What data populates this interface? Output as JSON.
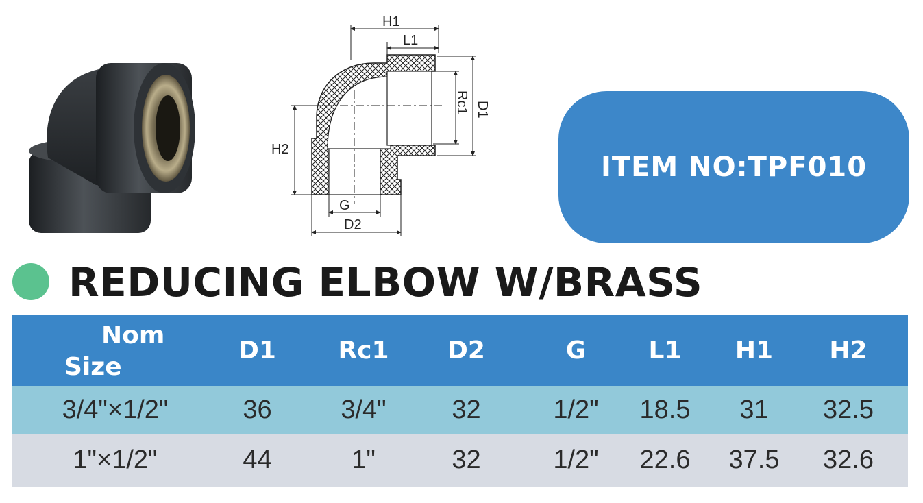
{
  "item_number": "ITEM NO:TPF010",
  "product_title": "REDUCING ELBOW W/BRASS",
  "drawing_labels": {
    "h1": "H1",
    "l1": "L1",
    "d1": "D1",
    "rc1": "Rc1",
    "h2": "H2",
    "g": "G",
    "d2": "D2"
  },
  "table": {
    "headers": {
      "nom_line1": "Nom",
      "nom_line2": "Size",
      "d1": "D1",
      "rc1": "Rc1",
      "d2": "D2",
      "g": "G",
      "l1": "L1",
      "h1": "H1",
      "h2": "H2"
    },
    "rows": [
      [
        "3/4\"×1/2\"",
        "36",
        "3/4\"",
        "32",
        "1/2\"",
        "18.5",
        "31",
        "32.5"
      ],
      [
        "1\"×1/2\"",
        "44",
        "1\"",
        "32",
        "1/2\"",
        "22.6",
        "37.5",
        "32.6"
      ]
    ]
  },
  "colors": {
    "accent_blue": "#3d87c9",
    "header_blue": "#3a86c8",
    "row1_bg": "#92c9da",
    "row2_bg": "#d7dbe3",
    "title_dot": "#5bc28f"
  }
}
